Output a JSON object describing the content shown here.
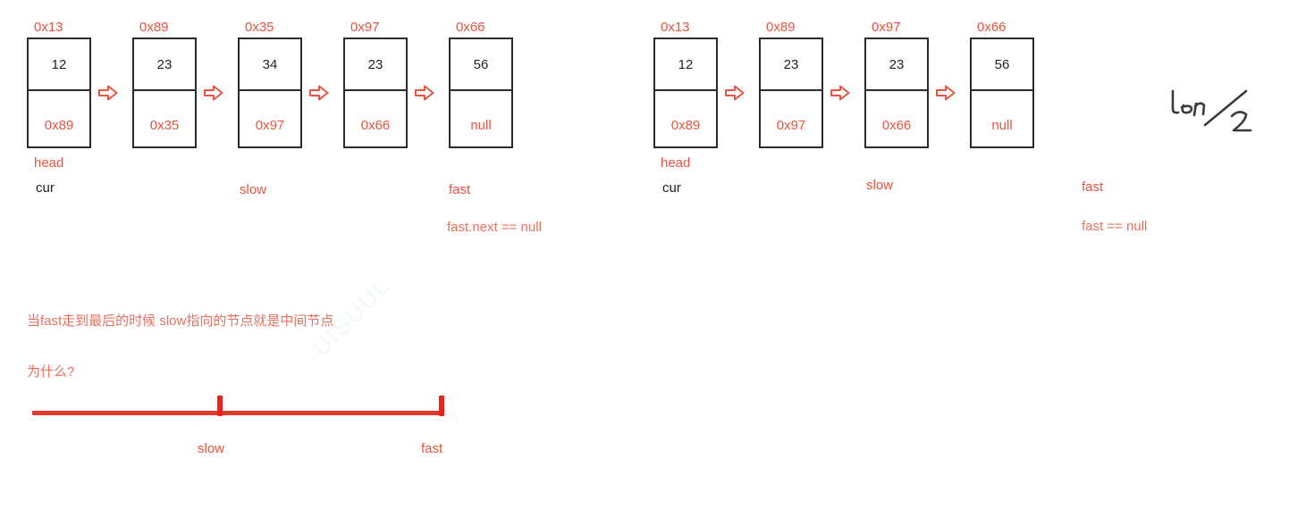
{
  "colors": {
    "red": "#e8543f",
    "dark": "#1d1d1d",
    "box_border": "#2b2b2b",
    "line_red": "#e03a2f",
    "watermark": "#bfe3ee"
  },
  "diagram_one": {
    "nodes": [
      {
        "addr": "0x13",
        "value": "12",
        "next": "0x89"
      },
      {
        "addr": "0x89",
        "value": "23",
        "next": "0x35"
      },
      {
        "addr": "0x35",
        "value": "34",
        "next": "0x97"
      },
      {
        "addr": "0x97",
        "value": "23",
        "next": "0x66"
      },
      {
        "addr": "0x66",
        "value": "56",
        "next": "null"
      }
    ],
    "pointers": [
      {
        "label": "head",
        "color": "red",
        "node_index": 0
      },
      {
        "label": "cur",
        "color": "dark",
        "node_index": 0
      },
      {
        "label": "slow",
        "color": "red",
        "node_index": 2
      },
      {
        "label": "fast",
        "color": "red",
        "node_index": 4
      }
    ],
    "condition": "fast.next == null"
  },
  "diagram_two": {
    "nodes": [
      {
        "addr": "0x13",
        "value": "12",
        "next": "0x89"
      },
      {
        "addr": "0x89",
        "value": "23",
        "next": "0x97"
      },
      {
        "addr": "0x97",
        "value": "23",
        "next": "0x66"
      },
      {
        "addr": "0x66",
        "value": "56",
        "next": "null"
      }
    ],
    "pointers": [
      {
        "label": "head",
        "color": "red",
        "node_index": 0
      },
      {
        "label": "cur",
        "color": "dark",
        "node_index": 0
      },
      {
        "label": "slow",
        "color": "red",
        "node_index": 2
      },
      {
        "label": "fast",
        "color": "red",
        "node_index": 3
      }
    ],
    "condition": "fast == null"
  },
  "handwriting": {
    "text": "Len/2",
    "numerator": "Len",
    "denominator": "2"
  },
  "notes": {
    "line1": "当fast走到最后的时候 slow指向的节点就是中间节点",
    "line2": "为什么?"
  },
  "number_line": {
    "slow_label": "slow",
    "fast_label": "fast"
  },
  "watermark": {
    "text": "-UISUUL"
  }
}
